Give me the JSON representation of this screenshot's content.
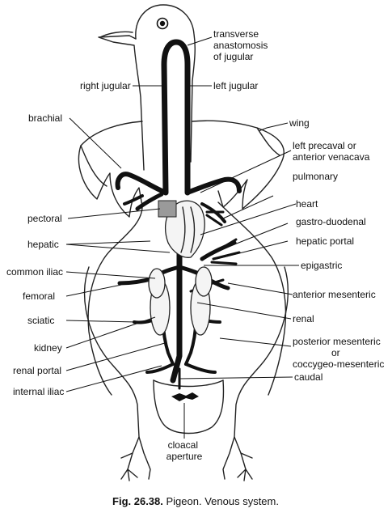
{
  "labels": {
    "transverse": [
      "transverse",
      "anastomosis",
      "of jugular"
    ],
    "right_jugular": "right  jugular",
    "left_jugular": "left jugular",
    "brachial": "brachial",
    "wing": "wing",
    "left_precaval": [
      "left precaval or",
      "anterior venacava"
    ],
    "pulmonary": "pulmonary",
    "heart": "heart",
    "gastro_duodenal": "gastro-duodenal",
    "pectoral": "pectoral",
    "hepatic": "hepatic",
    "hepatic_portal": "hepatic portal",
    "common_iliac": "common iliac",
    "epigastric": "epigastric",
    "femoral": "femoral",
    "anterior_mesenteric": "anterior mesenteric",
    "renal": "renal",
    "sciatic": "sciatic",
    "kidney": "kidney",
    "posterior_mesenteric": [
      "posterior mesenteric",
      "or",
      "coccygeo-mesenteric"
    ],
    "renal_portal": "renal portal",
    "caudal": "caudal",
    "internal_iliac": "internal iliac",
    "cloacal": [
      "cloacal",
      "aperture"
    ]
  },
  "caption": {
    "number": "Fig. 26.38.",
    "text": " Pigeon. Venous system."
  }
}
